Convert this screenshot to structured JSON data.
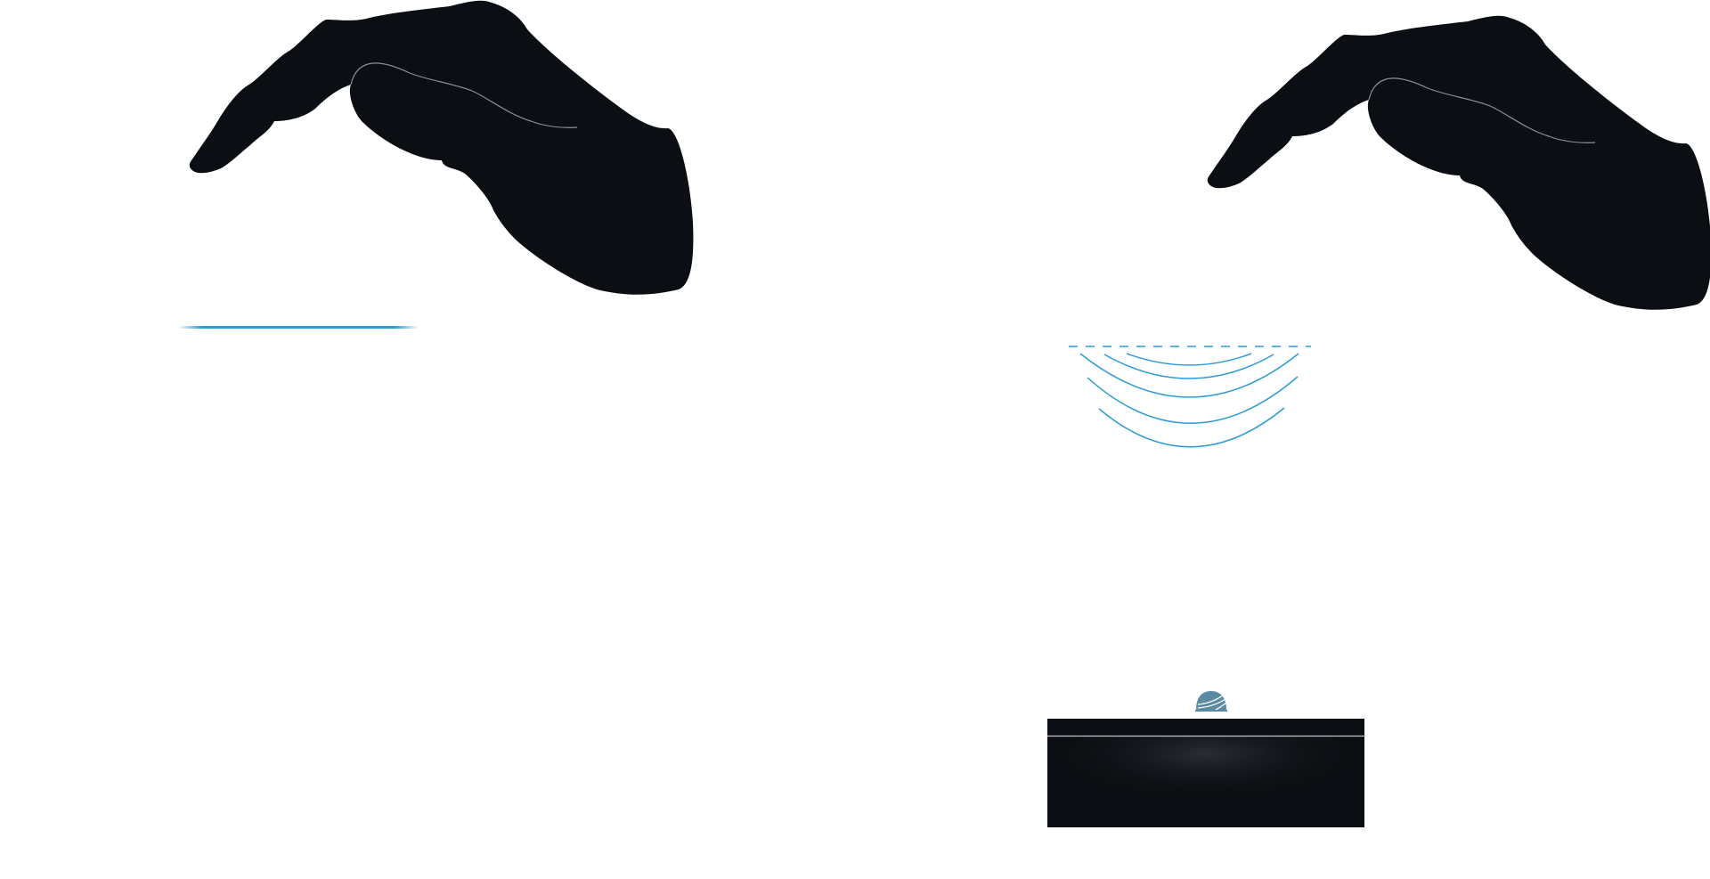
{
  "scene": {
    "panels": [
      {
        "name": "left-panel",
        "hand": "open-hand",
        "effect": "flat-line"
      },
      {
        "name": "right-panel",
        "hand": "open-hand",
        "effect": "wave-arcs"
      }
    ],
    "device": {
      "name": "sensor-box"
    }
  },
  "colors": {
    "background": "#ffffff",
    "hand": "#0b0e12",
    "accent_blue": "#2e9bd6",
    "sensor_blue": "#5b8ba3",
    "box": "#0b0e12",
    "box_line": "#bfc4c9"
  }
}
